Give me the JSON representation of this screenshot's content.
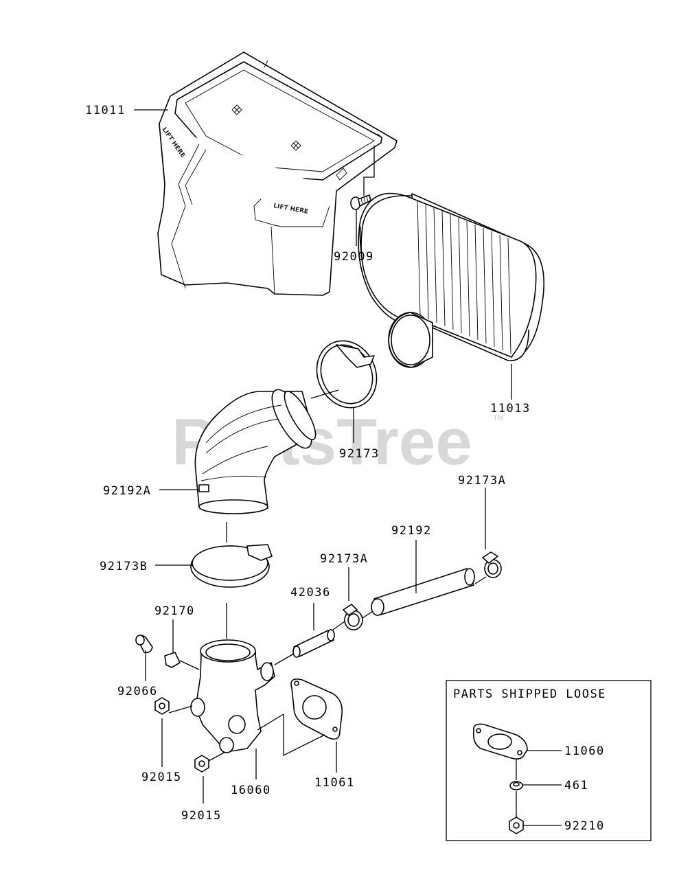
{
  "watermark": "PartsTree",
  "trademark": "TM",
  "box_title": "PARTS SHIPPED LOOSE",
  "lift_here": "LIFT HERE",
  "parts": {
    "p11011": "11011",
    "p92009": "92009",
    "p11013": "11013",
    "p92173": "92173",
    "p92192A": "92192A",
    "p92173A_right": "92173A",
    "p92192": "92192",
    "p92173A_mid": "92173A",
    "p42036": "42036",
    "p92173B": "92173B",
    "p92170": "92170",
    "p92066": "92066",
    "p92015_a": "92015",
    "p92015_b": "92015",
    "p16060": "16060",
    "p11061": "11061",
    "p11060": "11060",
    "p461": "461",
    "p92210": "92210"
  }
}
